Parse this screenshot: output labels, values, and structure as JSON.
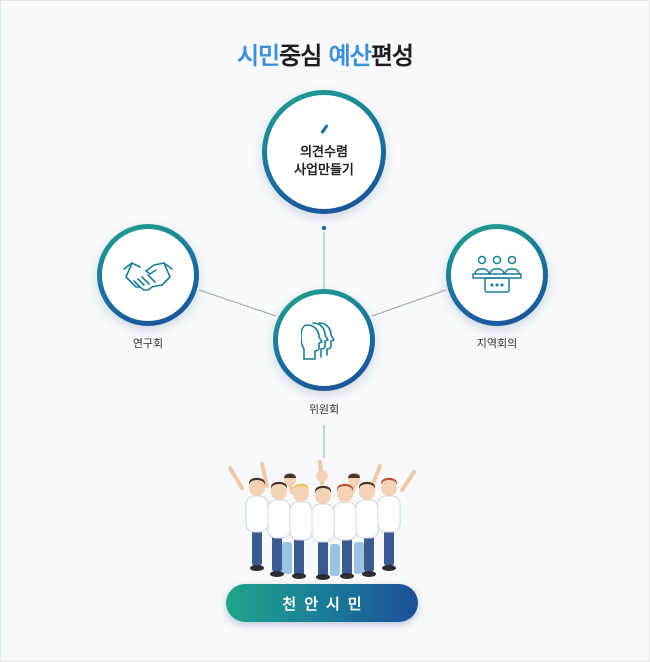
{
  "title": {
    "part1": "시민",
    "part2": "중심",
    "part3": "예산",
    "part4": "편성"
  },
  "nodes": {
    "top": {
      "line1": "의견수렴",
      "line2": "사업만들기"
    },
    "left": {
      "label": "연구회"
    },
    "right": {
      "label": "지역회의"
    },
    "center": {
      "label": "위원회"
    }
  },
  "citizens": {
    "label": "천안시민"
  },
  "icons": {
    "top": "pen-icon",
    "left": "handshake-icon",
    "right": "meeting-icon",
    "center": "people-heads-icon",
    "crowd": "cheering-crowd-illustration"
  },
  "colors": {
    "accent_blue": "#3f8fd6",
    "gradient_green": "#21a48a",
    "gradient_blue": "#1d4f97",
    "connector": "#9aa3ab"
  }
}
